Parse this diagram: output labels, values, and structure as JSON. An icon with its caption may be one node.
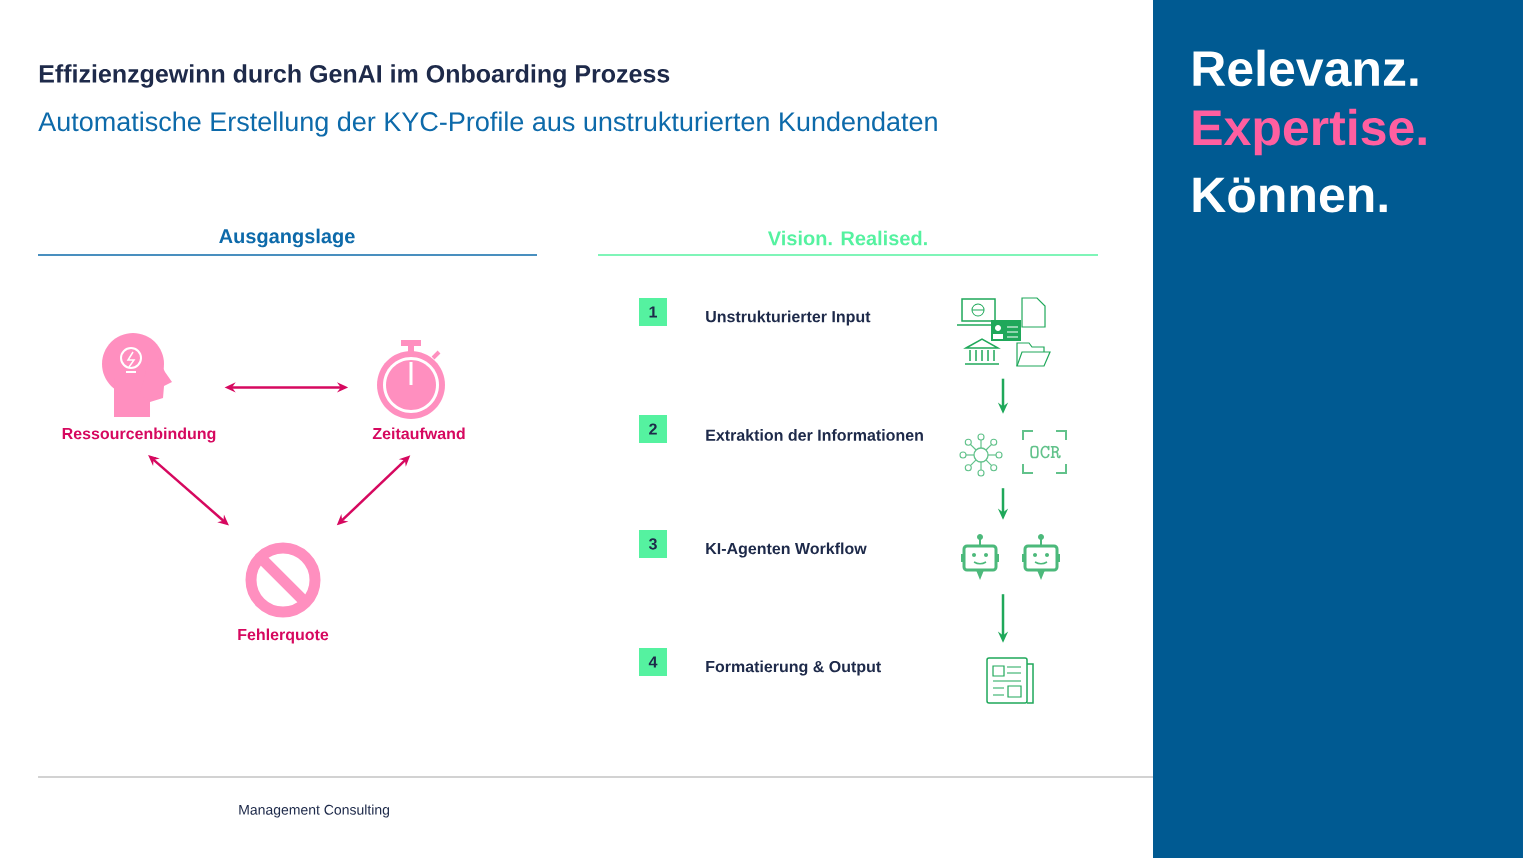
{
  "diagram": {
    "title": "Effizienzgewinn durch GenAI im Onboarding Prozess",
    "nodes": [
      {
        "text": [
          "Ressourcenbindung"
        ]
      },
      {
        "text": [
          "Zeitaufwand"
        ]
      },
      {
        "text": [
          "Fehlerquote"
        ]
      },
      {
        "text": [
          "1"
        ],
        "beside": [
          "Unstrukturierter Input"
        ]
      },
      {
        "text": [],
        "shape": "picture"
      },
      {
        "text": [
          "2"
        ],
        "beside": [
          "Extraktion der Informationen"
        ]
      },
      {
        "text": [],
        "shape": "picture"
      },
      {
        "text": [
          "3"
        ],
        "beside": [
          "KI-Agenten Workflow"
        ]
      },
      {
        "text": [],
        "shape": "picture"
      },
      {
        "text": [
          "4"
        ],
        "beside": [
          "Formatierung & Output"
        ]
      },
      {
        "text": [],
        "shape": "picture"
      }
    ],
    "edges": [
      {
        "from": 0,
        "to": 1,
        "arrow": "both",
        "color": "#d6085f"
      },
      {
        "from": 0,
        "to": 2,
        "arrow": "both",
        "color": "#d6085f"
      },
      {
        "from": 1,
        "to": 2,
        "arrow": "both",
        "color": "#d6085f"
      },
      {
        "from": 4,
        "to": 6,
        "arrow": "to",
        "color": "#1fa85a"
      },
      {
        "from": 6,
        "to": 8,
        "arrow": "to",
        "color": "#1fa85a"
      },
      {
        "from": 8,
        "to": 10,
        "arrow": "to",
        "color": "#1fa85a"
      }
    ],
    "labels": [
      "Automatische Erstellung der KYC-Profile aus unstrukturierten Kundendaten",
      "Ausgangslage",
      "Vision. Realised.",
      "OCR",
      "Relevanz.",
      "Expertise.",
      "Können.",
      "Management Consulting"
    ]
  }
}
